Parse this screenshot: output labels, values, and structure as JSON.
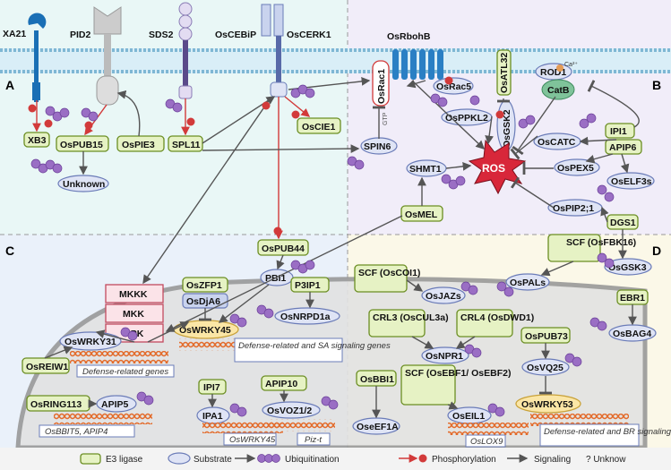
{
  "panels": {
    "a": "A",
    "b": "B",
    "c": "C",
    "d": "D"
  },
  "receptors": {
    "xa21": "XA21",
    "pid2": "PID2",
    "sds2": "SDS2",
    "oscebip": "OsCEBiP",
    "oscerk1": "OsCERK1",
    "osrbohb": "OsRbohB"
  },
  "panel_a": {
    "xb3": "XB3",
    "ospub15": "OsPUB15",
    "ospie3": "OsPIE3",
    "unknown": "Unknown",
    "spl11": "SPL11",
    "oscie1": "OsCIE1",
    "osrac1": "OsRac1",
    "gtp": "GTP",
    "spin6": "SPIN6"
  },
  "panel_b": {
    "osrac5": "OsRac5",
    "osatl32": "OsATL32",
    "osppkl2": "OsPPKL2",
    "osgsk2": "OsGSK2",
    "rod1": "ROD1",
    "ca": "Ca²⁺",
    "catb": "CatB",
    "ipi1": "IPI1",
    "apip6": "APIP6",
    "oscatc": "OsCATC",
    "oself3s": "OsELF3s",
    "shmt1": "SHMT1",
    "ros": "ROS",
    "ospex5": "OsPEX5",
    "osmel": "OsMEL",
    "ospip21": "OsPIP2;1",
    "dgs1": "DGS1"
  },
  "panel_c": {
    "mkkk": "MKKK",
    "mkk": "MKK",
    "mpk": "MPK",
    "q": "?",
    "ospub44": "OsPUB44",
    "pbi1": "PBI1",
    "oszfp1": "OsZFP1",
    "osdja6": "OsDjA6",
    "p3ip1": "P3IP1",
    "osnrpd1a": "OsNRPD1a",
    "oswrky45": "OsWRKY45",
    "defense_sa": "Defense-related and SA signaling genes",
    "oswrky31": "OsWRKY31",
    "osreiw1": "OsREIW1",
    "defense_genes": "Defense-related genes",
    "osring113": "OsRING113",
    "apip5": "APIP5",
    "osbbit5": "OsBBIT5, APIP4",
    "ipi7": "IPI7",
    "ipa1": "IPA1",
    "oswrky45_gene": "OsWRKY45",
    "apip10": "APIP10",
    "osvoz12": "OsVOZ1/2",
    "piz_t": "Piz-t"
  },
  "panel_d": {
    "scf_fbk16": "SCF (OsFBK16)",
    "ospals": "OsPALs",
    "osgsk3": "OsGSK3",
    "scf_coi1": "SCF (OsCOI1)",
    "osjazs": "OsJAZs",
    "ebr1": "EBR1",
    "osbag4": "OsBAG4",
    "crl3": "CRL3 (OsCUL3a)",
    "crl4": "CRL4 (OsDWD1)",
    "osnpr1": "OsNPR1",
    "ospub73": "OsPUB73",
    "osvq25": "OsVQ25",
    "osbbi1": "OsBBI1",
    "scf_ebf": "SCF (OsEBF1/ OsEBF2)",
    "oseil1": "OsEIL1",
    "oself1a": "OseEF1A",
    "oslox9": "OsLOX9",
    "oswrky53": "OsWRKY53",
    "defense_br": "Defense-related and BR signaling genes"
  },
  "legend": {
    "e3": "E3 ligase",
    "substrate": "Substrate",
    "ubiquitination": "Ubiquitination",
    "phosphorylation": "Phosphorylation",
    "signaling": "Signaling",
    "unknown": "? Unknow"
  },
  "colors": {
    "e3_fill": "#e6f2c4",
    "e3_border": "#6b8e23",
    "substrate": "#dfe4f5",
    "ub": "#9a6ec4",
    "phospho": "#d23a3a",
    "ros": "#d8273a",
    "wrky": "#fbe6a6"
  }
}
